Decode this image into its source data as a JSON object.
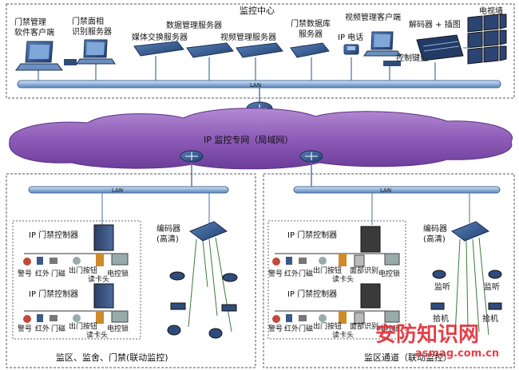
{
  "center": {
    "title": "监控中心",
    "lan": "LAN",
    "nodes": {
      "access_client": [
        "门禁管理",
        "软件客户端"
      ],
      "face_server": [
        "门禁面相",
        "识别服务器"
      ],
      "media_server": "媒体交换服务器",
      "data_server": "数据管理服务器",
      "video_server": "视频管理服务器",
      "db_server": [
        "门禁数据库",
        "服务器"
      ],
      "ip_phone": "IP 电话",
      "video_client": "视频管理客户端",
      "decoder": "解码器 + 插图",
      "tv_wall": "电视墙",
      "keyboard": "控制键盘"
    }
  },
  "network": {
    "cloud_label": "IP 监控专网（局域网）"
  },
  "left_site": {
    "lan": "LAN",
    "caption": "监区、监舍、门禁(联动监控)",
    "controller_label": "IP 门禁控制器",
    "encoder_label": [
      "编码器",
      "(高清)"
    ],
    "row1_labels": [
      "警号",
      "红外",
      "门磁",
      "出门按钮",
      "读卡头",
      "电控锁"
    ],
    "row2_labels": [
      "警号",
      "红外",
      "门磁",
      "出门按钮",
      "读卡头",
      "电控锁"
    ]
  },
  "right_site": {
    "lan": "LAN",
    "caption": "监区通道（联动监控）",
    "controller_label": "IP 门禁控制器",
    "encoder_label": [
      "编码器",
      "(高清)"
    ],
    "row1_labels": [
      "警号",
      "红外",
      "门磁",
      "出门按钮",
      "读卡头",
      "面部识别",
      "电控锁"
    ],
    "row2_labels": [
      "警号",
      "红外",
      "门磁",
      "出门按钮",
      "读卡头",
      "面部识别",
      "电控锁"
    ],
    "monitor_labels": [
      "监听",
      "监听",
      "拾机",
      "拾机"
    ]
  },
  "watermark": {
    "main": "安防知识网",
    "url": "asmag.com.cn"
  }
}
